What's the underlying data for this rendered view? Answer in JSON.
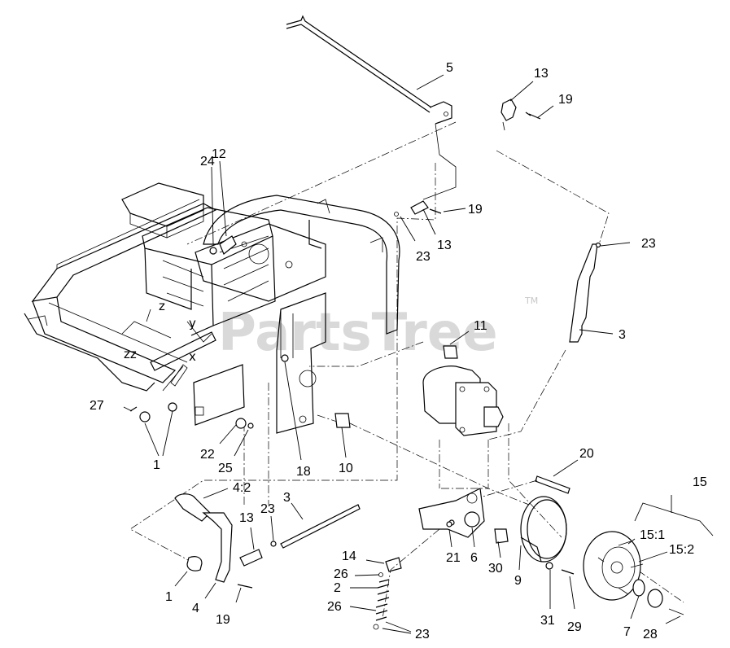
{
  "watermark": {
    "text": "PartsTree",
    "trademark": "TM"
  },
  "frame_stamps": [
    "z",
    "y",
    "zz",
    "x"
  ],
  "callouts": [
    {
      "id": "c5",
      "text": "5"
    },
    {
      "id": "c13a",
      "text": "13"
    },
    {
      "id": "c19a",
      "text": "19"
    },
    {
      "id": "c24",
      "text": "24"
    },
    {
      "id": "c12",
      "text": "12"
    },
    {
      "id": "c19b",
      "text": "19"
    },
    {
      "id": "c23a",
      "text": "23"
    },
    {
      "id": "c13b",
      "text": "13"
    },
    {
      "id": "c23b",
      "text": "23"
    },
    {
      "id": "c11",
      "text": "11"
    },
    {
      "id": "c3a",
      "text": "3"
    },
    {
      "id": "c27",
      "text": "27"
    },
    {
      "id": "c1a",
      "text": "1"
    },
    {
      "id": "c22",
      "text": "22"
    },
    {
      "id": "c25",
      "text": "25"
    },
    {
      "id": "c18",
      "text": "18"
    },
    {
      "id": "c10",
      "text": "10"
    },
    {
      "id": "c20",
      "text": "20"
    },
    {
      "id": "c15",
      "text": "15"
    },
    {
      "id": "c42",
      "text": "4:2"
    },
    {
      "id": "c3b",
      "text": "3"
    },
    {
      "id": "c13c",
      "text": "13"
    },
    {
      "id": "c23c",
      "text": "23"
    },
    {
      "id": "c15_1",
      "text": "15:1"
    },
    {
      "id": "c15_2",
      "text": "15:2"
    },
    {
      "id": "c14",
      "text": "14"
    },
    {
      "id": "c26a",
      "text": "26"
    },
    {
      "id": "c2",
      "text": "2"
    },
    {
      "id": "c26b",
      "text": "26"
    },
    {
      "id": "c23d",
      "text": "23"
    },
    {
      "id": "c21",
      "text": "21"
    },
    {
      "id": "c6",
      "text": "6"
    },
    {
      "id": "c30",
      "text": "30"
    },
    {
      "id": "c9",
      "text": "9"
    },
    {
      "id": "c31",
      "text": "31"
    },
    {
      "id": "c29",
      "text": "29"
    },
    {
      "id": "c7",
      "text": "7"
    },
    {
      "id": "c28",
      "text": "28"
    },
    {
      "id": "c1b",
      "text": "1"
    },
    {
      "id": "c4",
      "text": "4"
    },
    {
      "id": "c19c",
      "text": "19"
    }
  ]
}
